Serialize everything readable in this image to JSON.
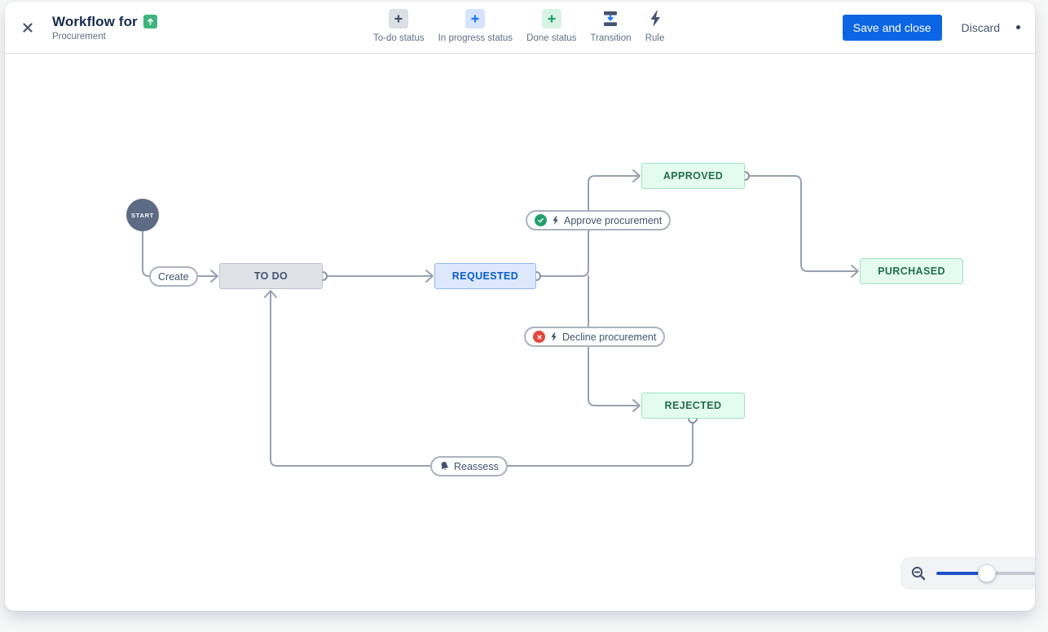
{
  "header": {
    "title": "Workflow for",
    "subtitle": "Procurement",
    "toolbar": {
      "items": [
        {
          "label": "To-do status",
          "icon": "plus-gray"
        },
        {
          "label": "In progress status",
          "icon": "plus-blue"
        },
        {
          "label": "Done status",
          "icon": "plus-green"
        },
        {
          "label": "Transition",
          "icon": "transition"
        },
        {
          "label": "Rule",
          "icon": "lightning"
        }
      ]
    },
    "actions": {
      "save": "Save and close",
      "discard": "Discard"
    }
  },
  "diagram": {
    "start": "START",
    "statuses": [
      {
        "label": "TO DO",
        "category": "todo"
      },
      {
        "label": "REQUESTED",
        "category": "in-progress"
      },
      {
        "label": "APPROVED",
        "category": "done"
      },
      {
        "label": "PURCHASED",
        "category": "done"
      },
      {
        "label": "REJECTED",
        "category": "done"
      }
    ],
    "transitions": [
      {
        "label": "Create",
        "icon": "none"
      },
      {
        "label": "Approve procurement",
        "icon": "check-circle-green"
      },
      {
        "label": "Decline procurement",
        "icon": "x-circle-red"
      },
      {
        "label": "Reassess",
        "icon": "bell"
      }
    ]
  },
  "colors": {
    "primary_blue": "#0C66E4",
    "slider_blue": "#1D51CC",
    "status_todo_bg": "#DFE2E7",
    "status_inprogress_bg": "#DBE8FD",
    "status_done_bg": "#E4FBEF",
    "status_done_text": "#216E4E",
    "edge_gray": "#98A1B0",
    "success_green": "#22A06B",
    "danger_red": "#E2483D",
    "icon_dark": "#44546F",
    "title_dark": "#172B4D"
  }
}
